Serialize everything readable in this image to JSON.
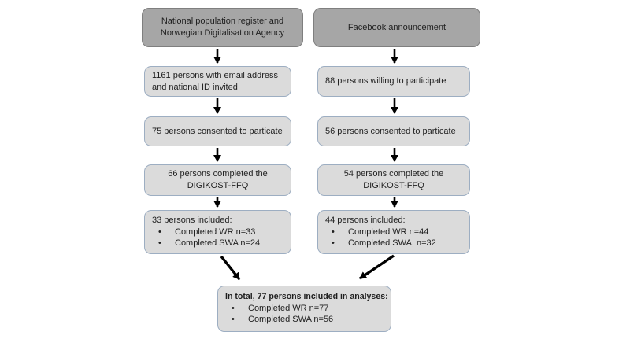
{
  "colors": {
    "source_fill": "#a6a6a6",
    "source_border": "#7f7f7f",
    "step_fill": "#dbdbdb",
    "step_border": "#9daec2",
    "arrow_color": "#000000",
    "text_color": "#1f1f1f"
  },
  "flow": {
    "bullet_glyph": "•",
    "left": {
      "source": "National population register and Norwegian Digitalisation Agency",
      "invited": "1161 persons with email address and national ID invited",
      "consented": "75 persons consented to particate",
      "completed_ffq": "66 persons completed the DIGIKOST-FFQ",
      "included": {
        "heading": "33 persons included:",
        "bullets": [
          "Completed WR n=33",
          "Completed SWA n=24"
        ]
      }
    },
    "right": {
      "source": "Facebook announcement",
      "willing": "88 persons willing to participate",
      "consented": "56 persons consented to particate",
      "completed_ffq": "54 persons completed the DIGIKOST-FFQ",
      "included": {
        "heading": "44 persons included:",
        "bullets": [
          "Completed WR n=44",
          "Completed SWA, n=32"
        ]
      }
    },
    "total": {
      "heading": "In total, 77 persons included in analyses:",
      "bullets": [
        "Completed WR n=77",
        "Completed SWA n=56"
      ]
    }
  }
}
